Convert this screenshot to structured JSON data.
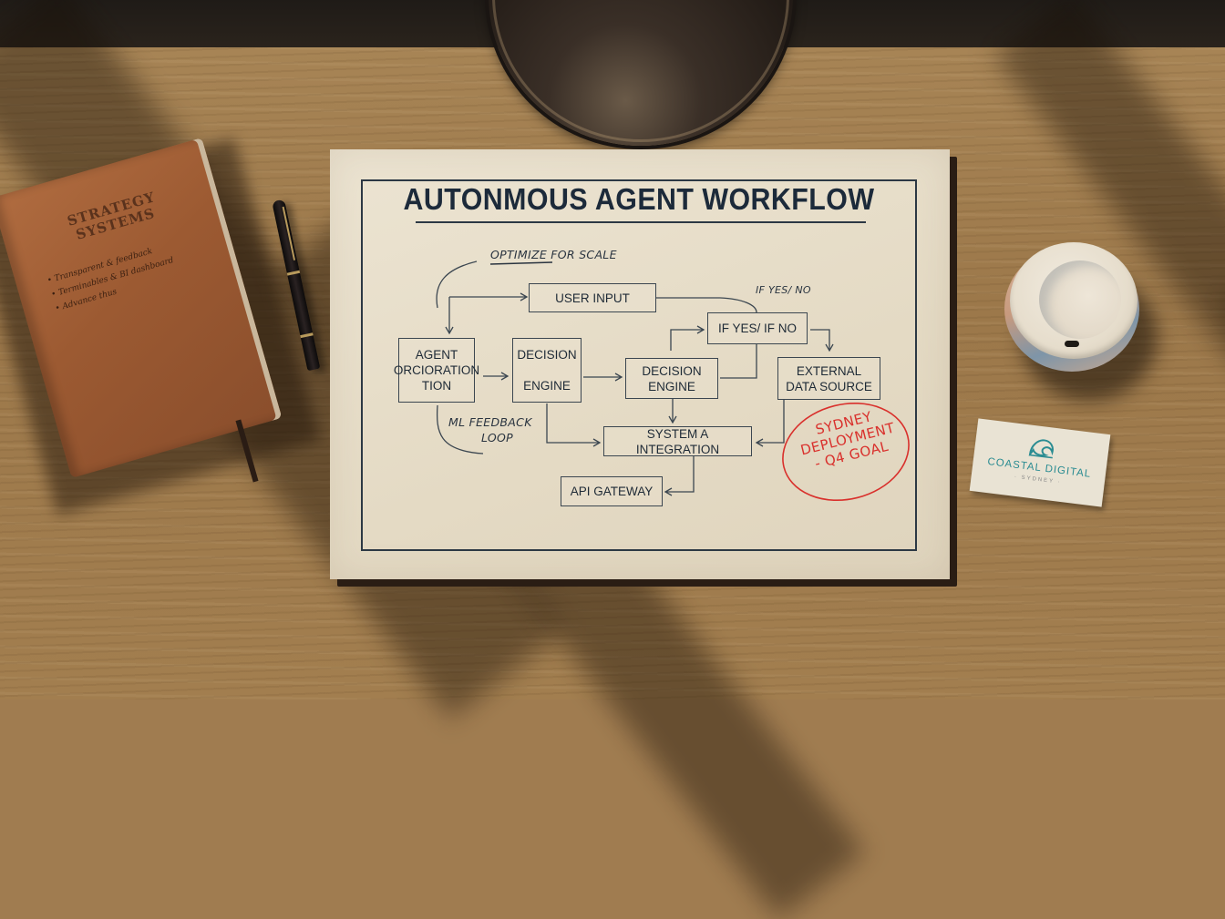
{
  "scene": {
    "description": "Top-down photo of a wooden desk with a printed workflow diagram, a leather notebook, a pen, a coffee cup and a business card"
  },
  "poster": {
    "title": "AUTONMOUS AGENT WORKFLOW",
    "annotations": {
      "optimize": "OPTIMIZE",
      "optimize_rest": " FOR SCALE",
      "if_yes_no": "IF YES/ NO",
      "ml_feedback": "ML FEEDBACK",
      "loop": "LOOP"
    },
    "nodes": [
      {
        "id": "user-input",
        "label": "USER INPUT"
      },
      {
        "id": "if-yes-if-no",
        "label": "IF YES/ IF NO"
      },
      {
        "id": "agent-orchestration",
        "lines": [
          "AGENT",
          "ORCIORATION",
          "TION"
        ]
      },
      {
        "id": "decision-engine-1",
        "lines": [
          "DECISION",
          "ENGINE"
        ]
      },
      {
        "id": "decision-engine-2",
        "lines": [
          "DECISION",
          "ENGINE"
        ]
      },
      {
        "id": "external-data-source",
        "lines": [
          "EXTERNAL",
          "DATA SOURCE"
        ]
      },
      {
        "id": "system-a-integration",
        "label": "SYSTEM A INTEGRATION"
      },
      {
        "id": "api-gateway",
        "label": "API GATEWAY"
      }
    ],
    "red_note": {
      "lines": [
        "SYDNEY",
        "DEPLOYMENT",
        "- Q4 GOAL"
      ],
      "color": "#d9302c"
    }
  },
  "notebook": {
    "title_lines": [
      "STRATEGY",
      "SYSTEMS"
    ],
    "notes": [
      "Transparent & feedback",
      "Terminables & BI dashboard",
      "Advance thus"
    ]
  },
  "business_card": {
    "name": "COASTAL DIGITAL",
    "sub": "· SYDNEY ·",
    "accent": "#2b8c92"
  },
  "colors": {
    "ink": "#1e2a36",
    "paper": "#e8dfcb",
    "desk": "#a07c50",
    "accent_red": "#d9302c"
  }
}
